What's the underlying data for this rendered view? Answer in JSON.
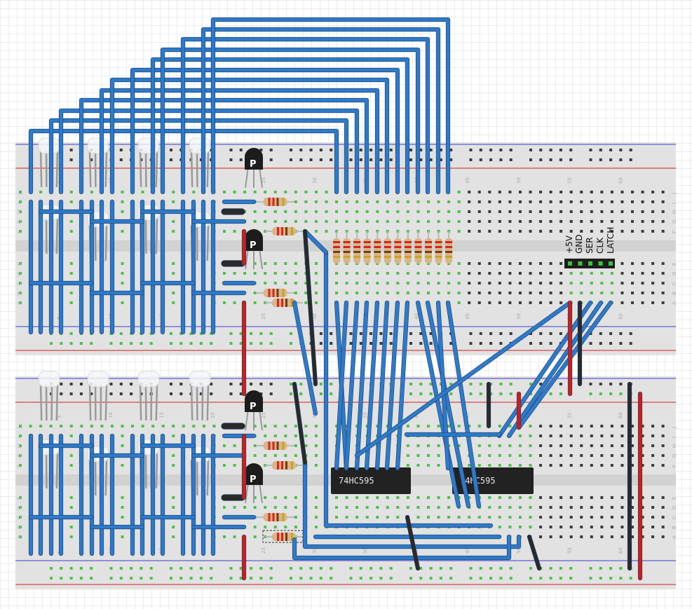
{
  "header_pins": [
    "+5V",
    "GND",
    "SER",
    "CLK",
    "LATCH"
  ],
  "chips": [
    {
      "label": "74HC595"
    },
    {
      "label": "74HC595"
    }
  ],
  "transistor_label": "P",
  "row_labels": [
    "J",
    "I",
    "H",
    "G",
    "F",
    "E",
    "D",
    "C",
    "B",
    "A"
  ],
  "column_numbers": [
    "5",
    "10",
    "15",
    "20",
    "25",
    "30",
    "35",
    "40",
    "45",
    "50",
    "55",
    "60"
  ],
  "colors": {
    "wire_blue": "#2e79c8",
    "wire_red": "#c8201c",
    "wire_black": "#2a2a2a",
    "board": "#e2e2e2",
    "rail_blue": "#3a3ad0",
    "rail_red": "#d02020",
    "hole": "#3c3c3c",
    "hole_connected": "#4fbf4f"
  }
}
